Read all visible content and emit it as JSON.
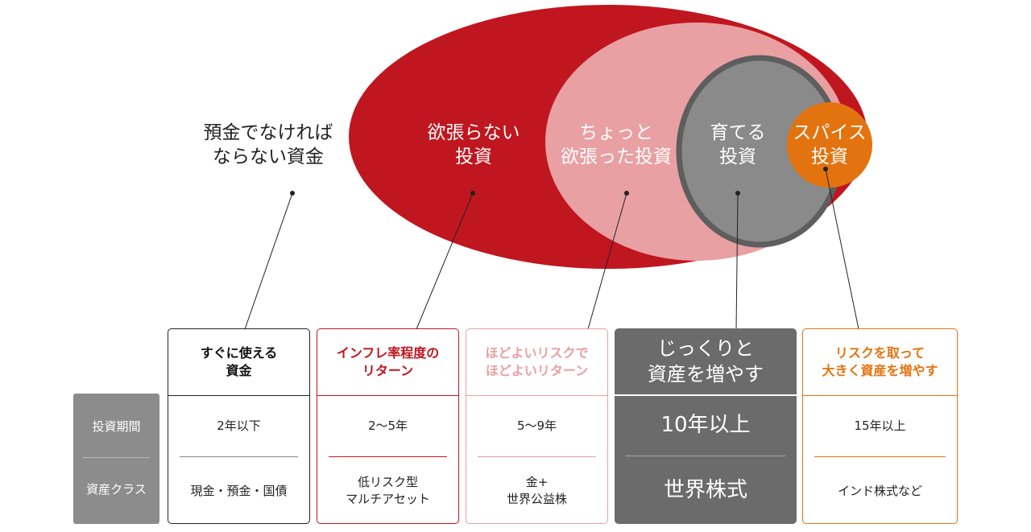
{
  "bubbles": {
    "outside": "預金でなければ\nならない資金",
    "modest": "欲張らない\n投資",
    "ambitious": "ちょっと\n欲張った投資",
    "grow": "育てる\n投資",
    "spice": "スパイス\n投資"
  },
  "row_labels": {
    "period": "投資期間",
    "asset_class": "資産クラス"
  },
  "columns": [
    {
      "heading": "すぐに使える\n資金",
      "period": "2年以下",
      "asset": "現金・預金・国債",
      "color": "#222222"
    },
    {
      "heading": "インフレ率程度の\nリターン",
      "period": "2〜5年",
      "asset": "低リスク型\nマルチアセット",
      "color": "#c0161f"
    },
    {
      "heading": "ほどよいリスクで\nほどよいリターン",
      "period": "5〜9年",
      "asset": "金+\n世界公益株",
      "color": "#e8a0a3"
    },
    {
      "heading": "じっくりと\n資産を増やす",
      "period": "10年以上",
      "asset": "世界株式",
      "color": "#6b6b6b"
    },
    {
      "heading": "リスクを取って\n大きく資産を増やす",
      "period": "15年以上",
      "asset": "インド株式など",
      "color": "#e3730f"
    }
  ],
  "colors": {
    "red": "#c0161f",
    "pink": "#e8a0a3",
    "gray": "#8a8a8a",
    "gray_ring": "#5e5e5e",
    "orange": "#e3730f"
  }
}
